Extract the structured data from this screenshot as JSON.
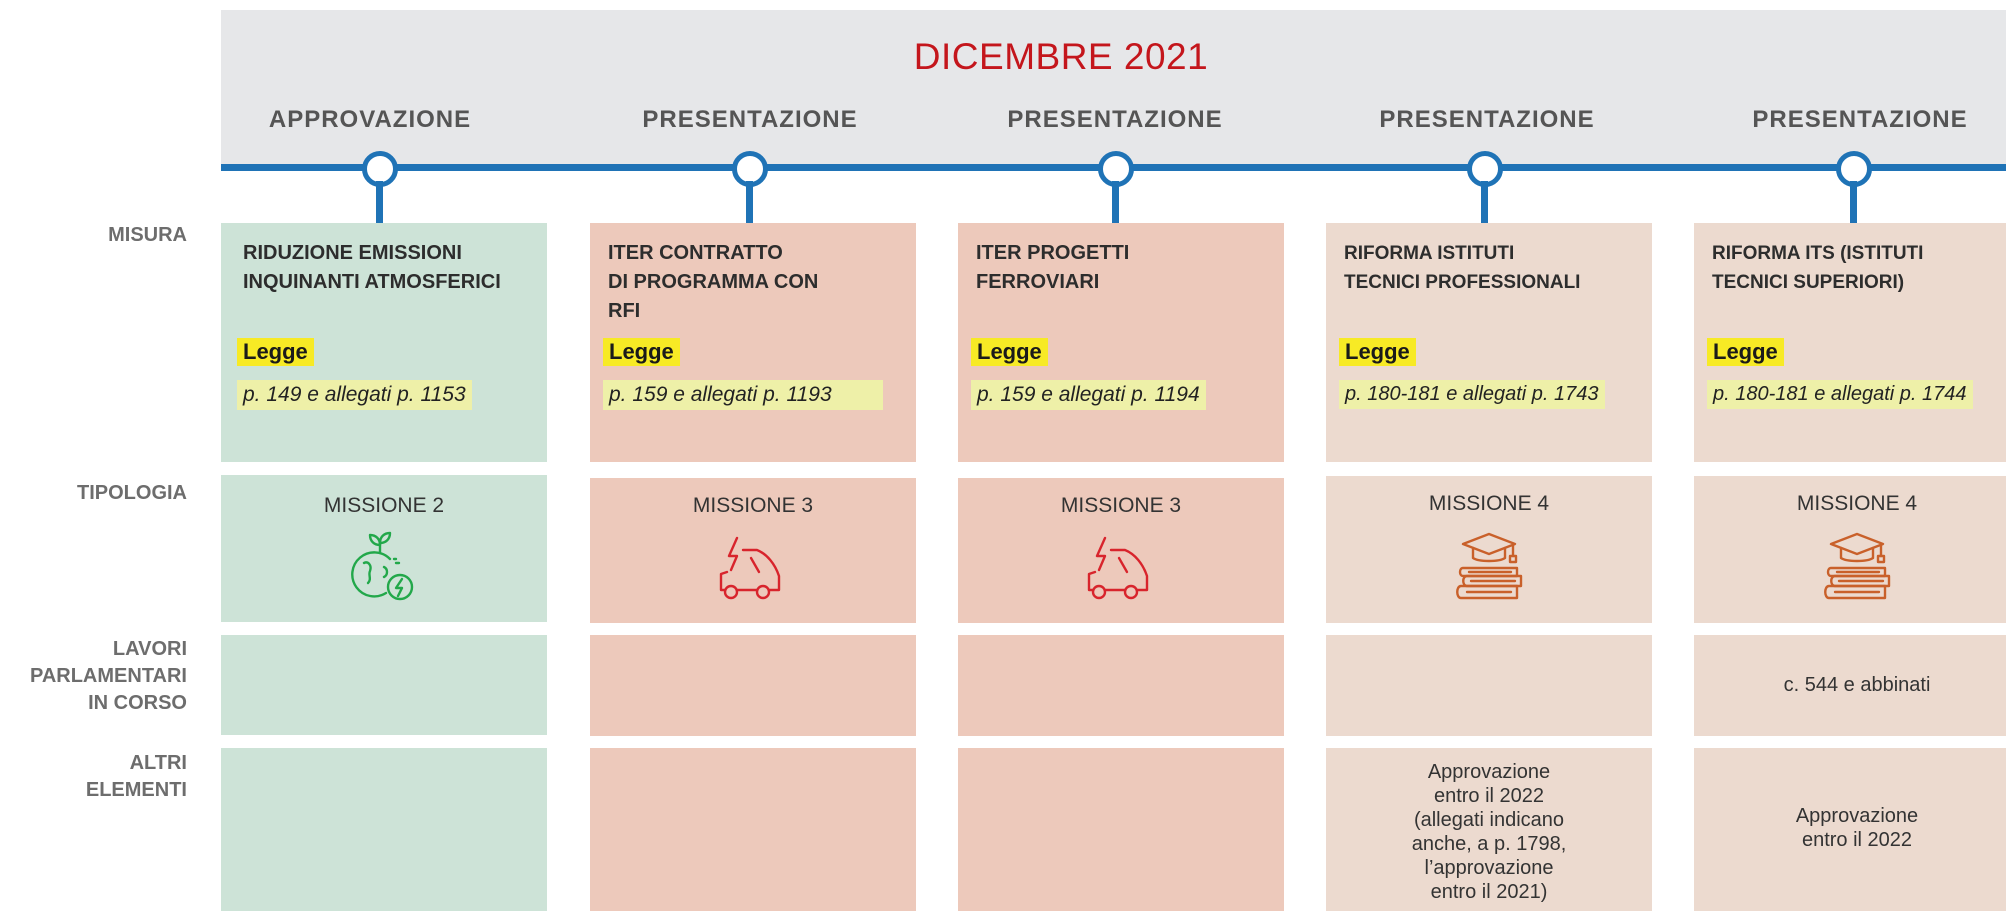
{
  "title": "DICEMBRE 2021",
  "row_labels": {
    "misura": "MISURA",
    "tipologia": "TIPOLOGIA",
    "lavori_1": "LAVORI",
    "lavori_2": "PARLAMENTARI",
    "lavori_3": "IN CORSO",
    "altri_1": "ALTRI",
    "altri_2": "ELEMENTI"
  },
  "columns": [
    {
      "stage": "APPROVAZIONE",
      "misura_line1": "RIDUZIONE EMISSIONI",
      "misura_line2": "INQUINANTI ATMOSFERICI",
      "misura_line3": "",
      "legge": "Legge",
      "ref": "p. 149 e allegati p. 1153",
      "missione": "MISSIONE 2",
      "icon": "green-earth-energy-icon",
      "lavori": "",
      "altri": "",
      "color": "#cde3d7"
    },
    {
      "stage": "PRESENTAZIONE",
      "misura_line1": "ITER CONTRATTO",
      "misura_line2": "DI PROGRAMMA CON",
      "misura_line3": "RFI",
      "legge": "Legge",
      "ref": "p. 159 e allegati p. 1193",
      "missione": "MISSIONE 3",
      "icon": "electric-vehicle-icon",
      "lavori": "",
      "altri": "",
      "color": "#edc9bb"
    },
    {
      "stage": "PRESENTAZIONE",
      "misura_line1": "ITER PROGETTI",
      "misura_line2": "FERROVIARI",
      "misura_line3": "",
      "legge": "Legge",
      "ref": "p. 159 e allegati p. 1194",
      "missione": "MISSIONE 3",
      "icon": "electric-vehicle-icon",
      "lavori": "",
      "altri": "",
      "color": "#edc9bb"
    },
    {
      "stage": "PRESENTAZIONE",
      "misura_line1": "RIFORMA ISTITUTI",
      "misura_line2": "TECNICI PROFESSIONALI",
      "misura_line3": "",
      "legge": "Legge",
      "ref": "p. 180-181 e allegati p. 1743",
      "missione": "MISSIONE 4",
      "icon": "education-books-icon",
      "lavori": "",
      "altri_lines": [
        "Approvazione",
        "entro il 2022",
        "(allegati indicano",
        "anche, a p. 1798,",
        "l’approvazione",
        "entro il 2021)"
      ],
      "color": "#ecdacf"
    },
    {
      "stage": "PRESENTAZIONE",
      "misura_line1": "RIFORMA ITS (ISTITUTI",
      "misura_line2": "TECNICI SUPERIORI)",
      "misura_line3": "",
      "legge": "Legge",
      "ref": "p. 180-181 e allegati p. 1744",
      "missione": "MISSIONE 4",
      "icon": "education-books-icon",
      "lavori": "c. 544 e abbinati",
      "altri_lines": [
        "Approvazione",
        "entro il 2022"
      ],
      "color": "#ecdacf"
    }
  ]
}
